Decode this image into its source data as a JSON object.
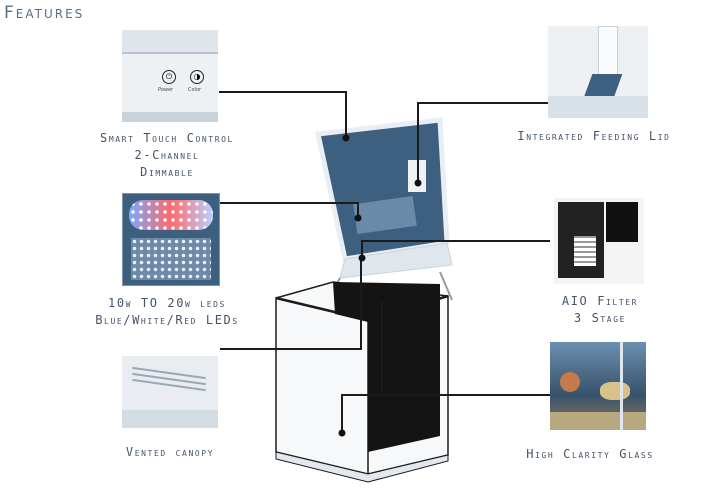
{
  "title": "Features",
  "features": {
    "touch": [
      "Smart Touch Control",
      "2-Channel",
      "Dimmable"
    ],
    "feeding": [
      "Integrated Feeding Lid"
    ],
    "leds": [
      "10w TO 20w leds",
      "Blue/White/Red LEDs"
    ],
    "filter": [
      "AIO Filter",
      "3 Stage"
    ],
    "vented": [
      "Vented canopy"
    ],
    "glass": [
      "High Clarity Glass"
    ]
  },
  "touch_buttons": [
    "Power",
    "Color"
  ],
  "colors": {
    "text": "#445468",
    "title": "#5a6f86",
    "lid": "#3d5f80",
    "line": "#111111"
  }
}
